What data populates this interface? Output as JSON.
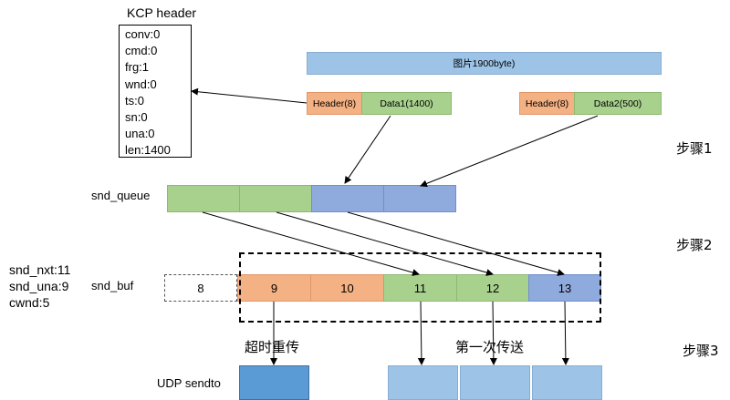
{
  "kcp_header": {
    "title": "KCP header",
    "fields": [
      "conv:0",
      "cmd:0",
      "frg:1",
      "wnd:0",
      "ts:0",
      "sn:0",
      "una:0",
      "len:1400"
    ]
  },
  "image_bar": {
    "label": "图片1900byte)"
  },
  "packet1": {
    "header": "Header(8)",
    "data": "Data1(1400)"
  },
  "packet2": {
    "header": "Header(8)",
    "data": "Data2(500)"
  },
  "steps": {
    "step1": "步骤1",
    "step2": "步骤2",
    "step3": "步骤3"
  },
  "snd_queue": {
    "label": "snd_queue"
  },
  "snd_buf": {
    "label": "snd_buf",
    "cells": [
      "8",
      "9",
      "10",
      "11",
      "12",
      "13"
    ]
  },
  "state_vars": {
    "snd_nxt": "snd_nxt:11",
    "snd_una": "snd_una:9",
    "cwnd": "cwnd:5"
  },
  "annotations": {
    "retransmit": "超时重传",
    "first_send": "第一次传送"
  },
  "udp": {
    "label": "UDP sendto"
  },
  "colors": {
    "header": "#f4b183",
    "data": "#a9d18e",
    "queue_blue": "#8faadc",
    "image_bar": "#9dc3e6",
    "udp_dark": "#5b9bd5",
    "udp_light": "#9dc3e6"
  }
}
